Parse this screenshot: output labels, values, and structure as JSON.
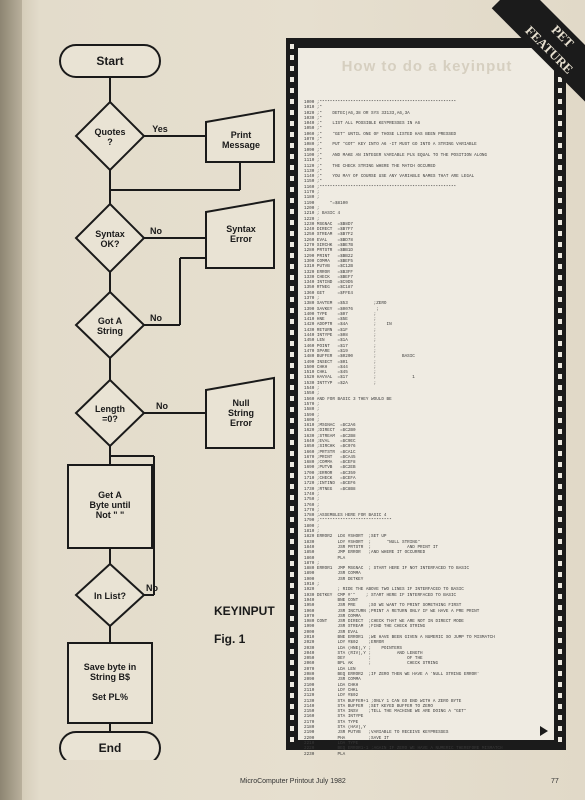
{
  "flowchart": {
    "start": "Start",
    "end": "End",
    "decisions": [
      {
        "label": "Quotes\n?",
        "yes": "Yes"
      },
      {
        "label": "Syntax\nOK?",
        "no": "No"
      },
      {
        "label": "Got A\nString",
        "no": "No"
      },
      {
        "label": "Length\n=0?",
        "no": "No"
      },
      {
        "label": "In List?",
        "no": "No"
      }
    ],
    "outputs": [
      "Print\nMessage",
      "Syntax\nError",
      "Null\nString\nError"
    ],
    "processes": [
      "Get A\nByte until\nNot \" \"",
      "Save byte in\nString B$\n\nSet PL%"
    ]
  },
  "caption": {
    "title": "KEYINPUT",
    "figure": "Fig. 1"
  },
  "banner": "PET\nFEATURE",
  "ghost_heading": "How to do a keyinput",
  "footer": {
    "publication": "MicroComputer Printout July 1982",
    "page": "77"
  },
  "listing": [
    "1000 ;*****************************************************",
    "1010 ;*",
    "1020 ;*    DETEC(A6,38 OR SYS 33133,A6,3A",
    "1030 ;*",
    "1040 ;*    LIST ALL POSSIBLE KEYPRESSES IN A6",
    "1050 ;*",
    "1060 ;*    \"GET\" UNTIL ONE OF THOSE LISTED HAS BEEN PRESSED",
    "1070 ;*",
    "1080 ;*    PUT \"GOT\" KEY INTO A6 -IT MUST GO INTO A STRING VARIABLE",
    "1090 ;*",
    "1100 ;*    AND MAKE AN INTEGER VARIABLE PL% EQUAL TO THE POSITION ALONG",
    "1110 ;*",
    "1120 ;*    THE CHECK STRING WHERE THE MATCH OCCURED",
    "1130 ;*",
    "1140 ;*    YOU MAY OF COURSE USE ANY VARIABLE NAMES THAT ARE LEGAL",
    "1150 ;*",
    "1160 ;*****************************************************",
    "1170 ;",
    "1180 ;",
    "1190      *=$8100",
    "1200 ;",
    "1210 ; BASIC 4",
    "1220 ;",
    "1230 MSGNAC  =$B8D7",
    "1240 DIRECT  =$B7F7",
    "1250 STREAM  =$B7F2",
    "1260 EVAL    =$BD78",
    "1270 SIRCHK  =$BE7B",
    "1280 PRTSTR  =$BB1D",
    "1290 PRINT   =$BB22",
    "1300 COMMA   =$BEF5",
    "1310 PUTVB   =$C12B",
    "1320 ERROR   =$B3FF",
    "1330 CHECK   =$BEF7",
    "1340 INTIND  =$C9D5",
    "1350 RTNEG   =$C187",
    "1360 GET     =$FFE4",
    "1370 ;",
    "1380 SAVTEM  =$53          ;ZERO",
    "1390 SAVKEY  =$0076         ;",
    "1400 TYPE    =$07          ;",
    "1410 HNE     =$5E          ;",
    "1420 ADOPTR  =$4A          ;    IN",
    "1430 RETURN  =$1F          ;",
    "1440 INTYPE  =$08          ;",
    "1450 LEN     =$1A          ;",
    "1460 POINT   =$17          ;",
    "1470 SPARE   =$19          ;",
    "1480 BUFFER  =$0200        ;          BASIC",
    "1490 INSECT  =$01          ;",
    "1500 CHKH    =$44          ;",
    "1510 CHKL    =$45          ;",
    "1520 HAVVAL  =$17          ;              1",
    "1530 INTTYP  =$2A          ;",
    "1540 ;",
    "1550 ;",
    "1560 AND FOR BASIC 3 THEY WOULD BE",
    "1570 ;",
    "1580 ;",
    "1590 ;",
    "1600 ;",
    "1610 ;MSGNAC  =$C2A6",
    "1620 ;DIRECT  =$C2B0",
    "1630 ;STREAM  =$C2B8",
    "1640 ;EVAL    =$C9EC",
    "1650 ;SIRCHK  =$C076",
    "1660 ;PRTSTR  =$CA1C",
    "1670 ;PRINT   =$CA45",
    "1680 ;COMMA   =$CEF8",
    "1690 ;PUTVB   =$C2EB",
    "1700 ;ERROR   =$C359",
    "1710 ;CHECK   =$CEFA",
    "1720 ;INTIND  =$CEF6",
    "1730 ;RTNEG   =$C8B8",
    "1740 ;",
    "1750 ;",
    "1760 ;",
    "1770 ;",
    "1780 ;ASSEMBLES HERE FOR BASIC 4",
    "1790 ;****************************",
    "1800 ;",
    "1810 ;",
    "1820 ERROR2  LDX #SHORT  ;SET UP",
    "1830         LDY #SHORT  ;      \"NULL STRING\"",
    "1840         JSR PRTSTR  ;              AND PRINT IT",
    "1850         JMP ERROR   ;AND WHERE IT OCCURRED",
    "1860         PLA",
    "1870 ;",
    "1880 ERROR1  JMP MSGNAC  ; START HERE IF NOT INTERFACED TO BASIC",
    "1890         JSR COMMA",
    "1900         JSR DETKEY",
    "1910 ;",
    "1920         ; RIDE THE ABOVE TWO LINES IF INTERFACED TO BASIC",
    "1930 DETKEY  CMP #'\"    ; START HERE IF INTERFACED TO BASIC",
    "1940         BNE CONT",
    "1950         JSR PRE     ;SO WE WANT TO PRINT SOMETHING FIRST",
    "1960         JSR INCTURN ;PRINT A RETURN ONLY IF WE HAVE A PRE PRINT",
    "1970         JSR COMMA",
    "1980 CONT    JSR DIRECT  ;CHECK THAT WE ARE NOT IN DIRECT MODE",
    "1990         JSR STREAM  ;FIND THE CHECK STRING",
    "2000         JSR EVAL",
    "2010         BNE ERROR1  ;WE HAVE BEEN GIVEN A NUMERIC SO JUMP TO MISMATCH",
    "2020         LDY #$02    ;ERROR",
    "2030         LDA (HNE),Y ;    POINTERS",
    "2040         STA (RIV),Y ;          AND LENGTH",
    "2050         DEY         ;              OF THE",
    "2060         BPL AK      ;              CHECK STRING",
    "2070         LDA LEN",
    "2080         BEQ ERROR2  ;IF ZERO THEN WE HAVE A 'NULL STRING ERROR'",
    "2090         JSR COMMA",
    "2100         LDA CHKH",
    "2110         LDY CHKL",
    "2120         LDY #$02",
    "2130         STA BUFFER+1 ;ONLY 1 CAN GO END WITH A ZERO BYTE",
    "2140         STA BUFFER  ;SET KEYED BUFFER TO ZERO",
    "2150         STA INSV    ;TELL THE MACHINE WE ARE DOING A \"GET\"",
    "2160         STA INTYPE",
    "2170         STA TYPE",
    "2180         STA (HAV),Y",
    "2190         JSR PUTVB   ;VARIABLE TO RECEIVE KEYPRESSES",
    "2200         PHA         ;SAVE IT",
    "2210         LDA TYPE",
    "2220         BEQ ERROR1-1 ;AGAIN IF ZERO WE HAVE A NUMERIC THEREFORE MISMATCH",
    "2230         PLA"
  ]
}
